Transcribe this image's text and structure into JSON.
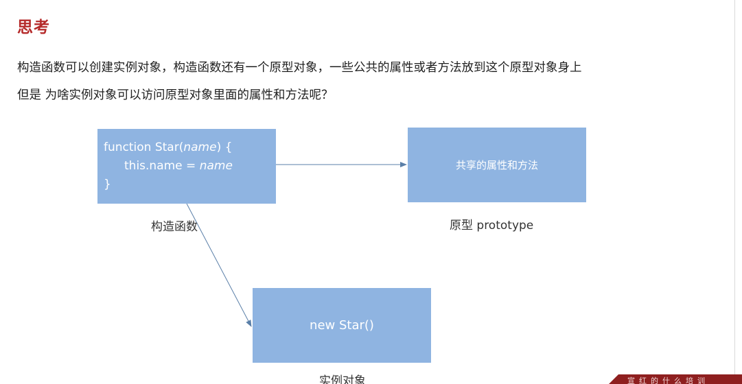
{
  "slide": {
    "title": "思考",
    "paragraphs": [
      "构造函数可以创建实例对象，构造函数还有一个原型对象，一些公共的属性或者方法放到这个原型对象身上",
      "但是 为啥实例对象可以访问原型对象里面的属性和方法呢？"
    ]
  },
  "diagram": {
    "constructor_box": {
      "code_line1_prefix": "function Star(",
      "code_line1_param": "name",
      "code_line1_suffix": ") {",
      "code_line2_prefix": "this.name = ",
      "code_line2_value": "name",
      "code_line3": "}",
      "caption": "构造函数"
    },
    "prototype_box": {
      "text": "共享的属性和方法",
      "caption": "原型 prototype"
    },
    "instance_box": {
      "text": "new Star()",
      "caption": "实例对象"
    },
    "colors": {
      "box_fill": "#8fb4e1",
      "arrow": "#5a7fa8",
      "title": "#b52a2a"
    }
  },
  "watermark": {
    "text": "宣红的什么培训"
  }
}
